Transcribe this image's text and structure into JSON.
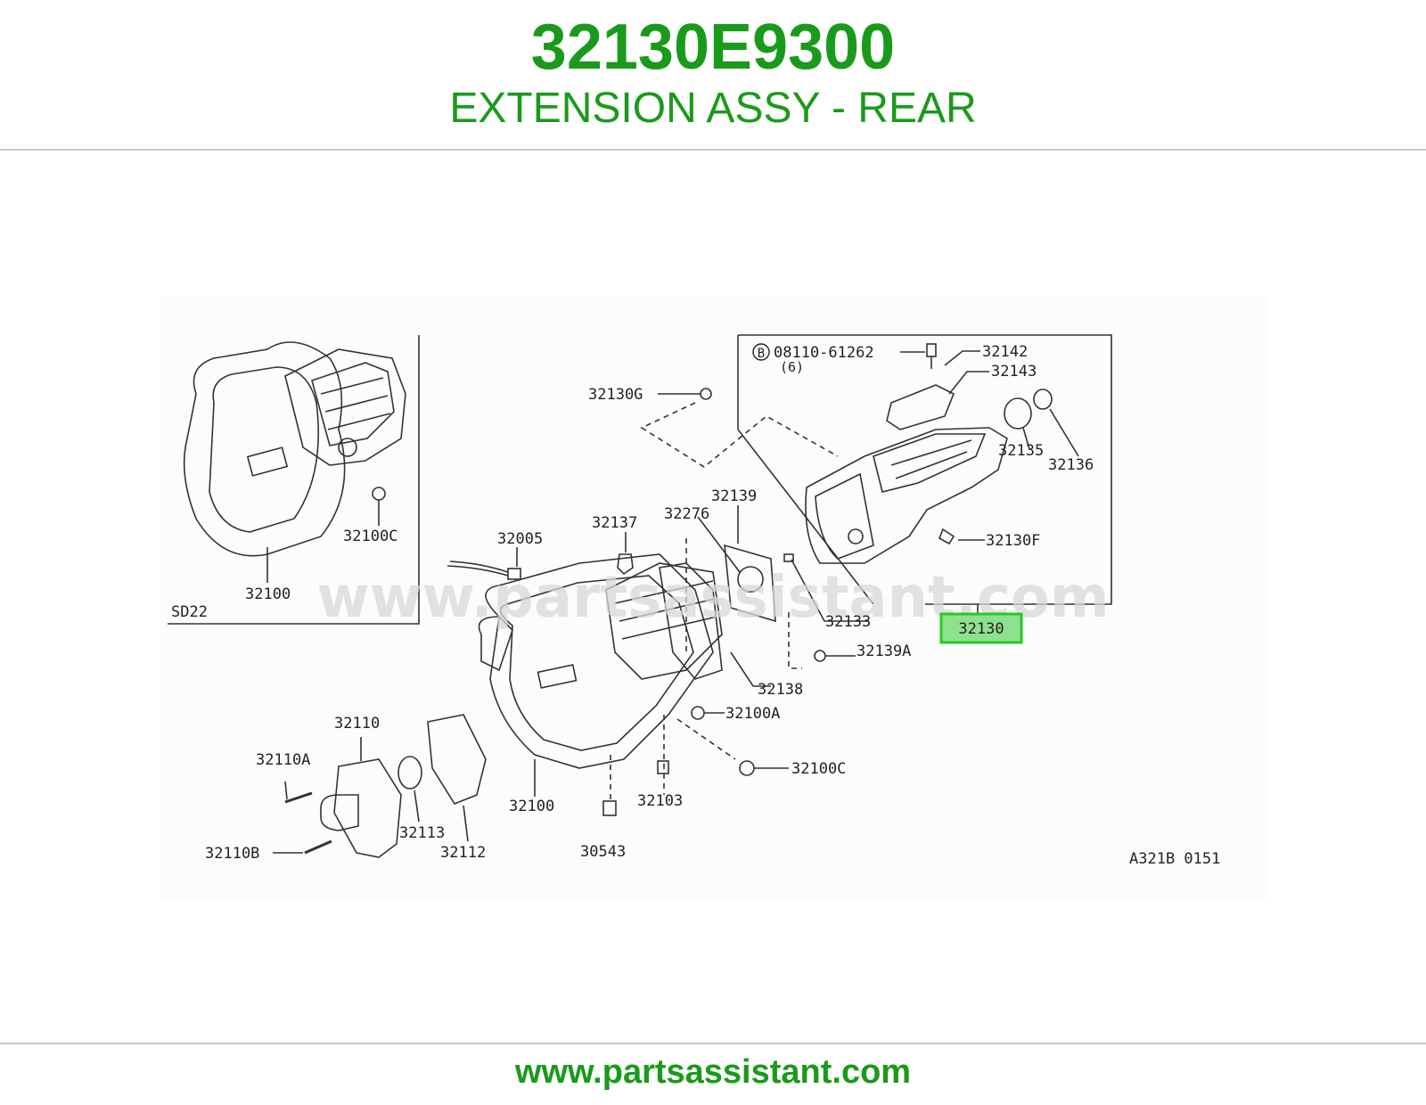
{
  "header": {
    "part_number": "32130E9300",
    "part_description": "EXTENSION ASSY - REAR"
  },
  "diagram": {
    "watermark": "www.partsassistant.com",
    "highlighted_part": "32130",
    "reference_code": "A321B 0151",
    "inset_variant_label": "SD22",
    "callouts": {
      "c32100C_inset": "32100C",
      "c32100_inset": "32100",
      "c32130G": "32130G",
      "bolt_marker": "B",
      "c08110": "08110-61262",
      "qty6": "(6)",
      "c32142": "32142",
      "c32143": "32143",
      "c32135": "32135",
      "c32136": "32136",
      "c32130F": "32130F",
      "c32139": "32139",
      "c32276": "32276",
      "c32137": "32137",
      "c32005": "32005",
      "c32133": "32133",
      "c32139A": "32139A",
      "c32138": "32138",
      "c32100A": "32100A",
      "c32100C": "32100C",
      "c32110": "32110",
      "c32110A": "32110A",
      "c32110B": "32110B",
      "c32113": "32113",
      "c32112": "32112",
      "c32100": "32100",
      "c32103": "32103",
      "c30543": "30543"
    }
  },
  "footer": {
    "website": "www.partsassistant.com"
  },
  "colors": {
    "brand_green": "#1a9a1a",
    "highlight_fill": "#8fe08f",
    "highlight_border": "#22cc22"
  }
}
